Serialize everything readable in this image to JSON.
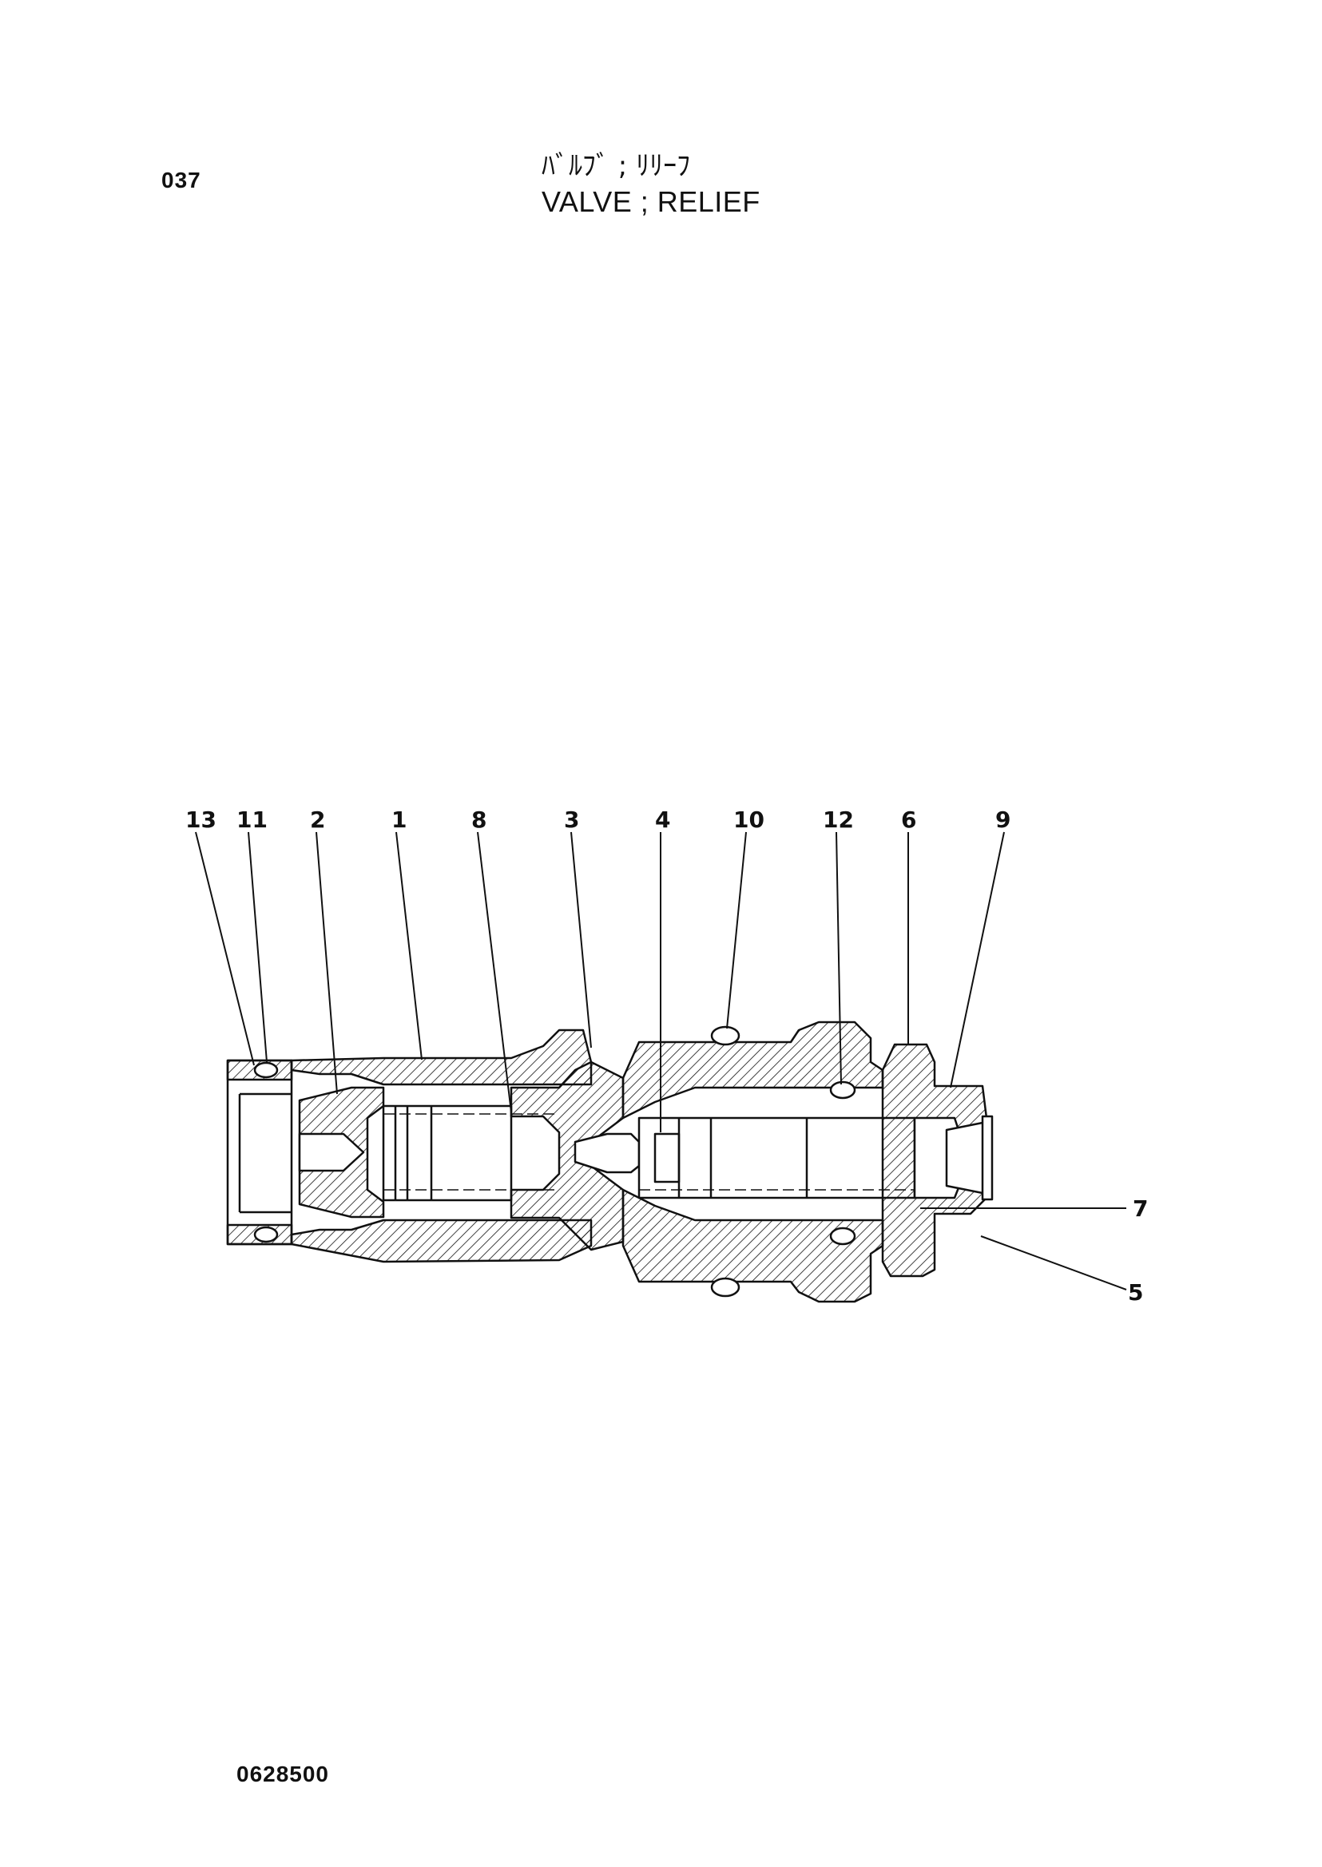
{
  "header": {
    "page_number": "037",
    "title_jp": "ﾊﾞﾙﾌﾞ ; ﾘﾘｰﾌ",
    "title_en": "VALVE ; RELIEF"
  },
  "footer": {
    "drawing_number": "0628500"
  },
  "callouts": {
    "c13": "13",
    "c11": "11",
    "c2": "2",
    "c1": "1",
    "c8": "8",
    "c3": "3",
    "c4": "4",
    "c10": "10",
    "c12": "12",
    "c6": "6",
    "c9": "9",
    "c7": "7",
    "c5": "5"
  }
}
